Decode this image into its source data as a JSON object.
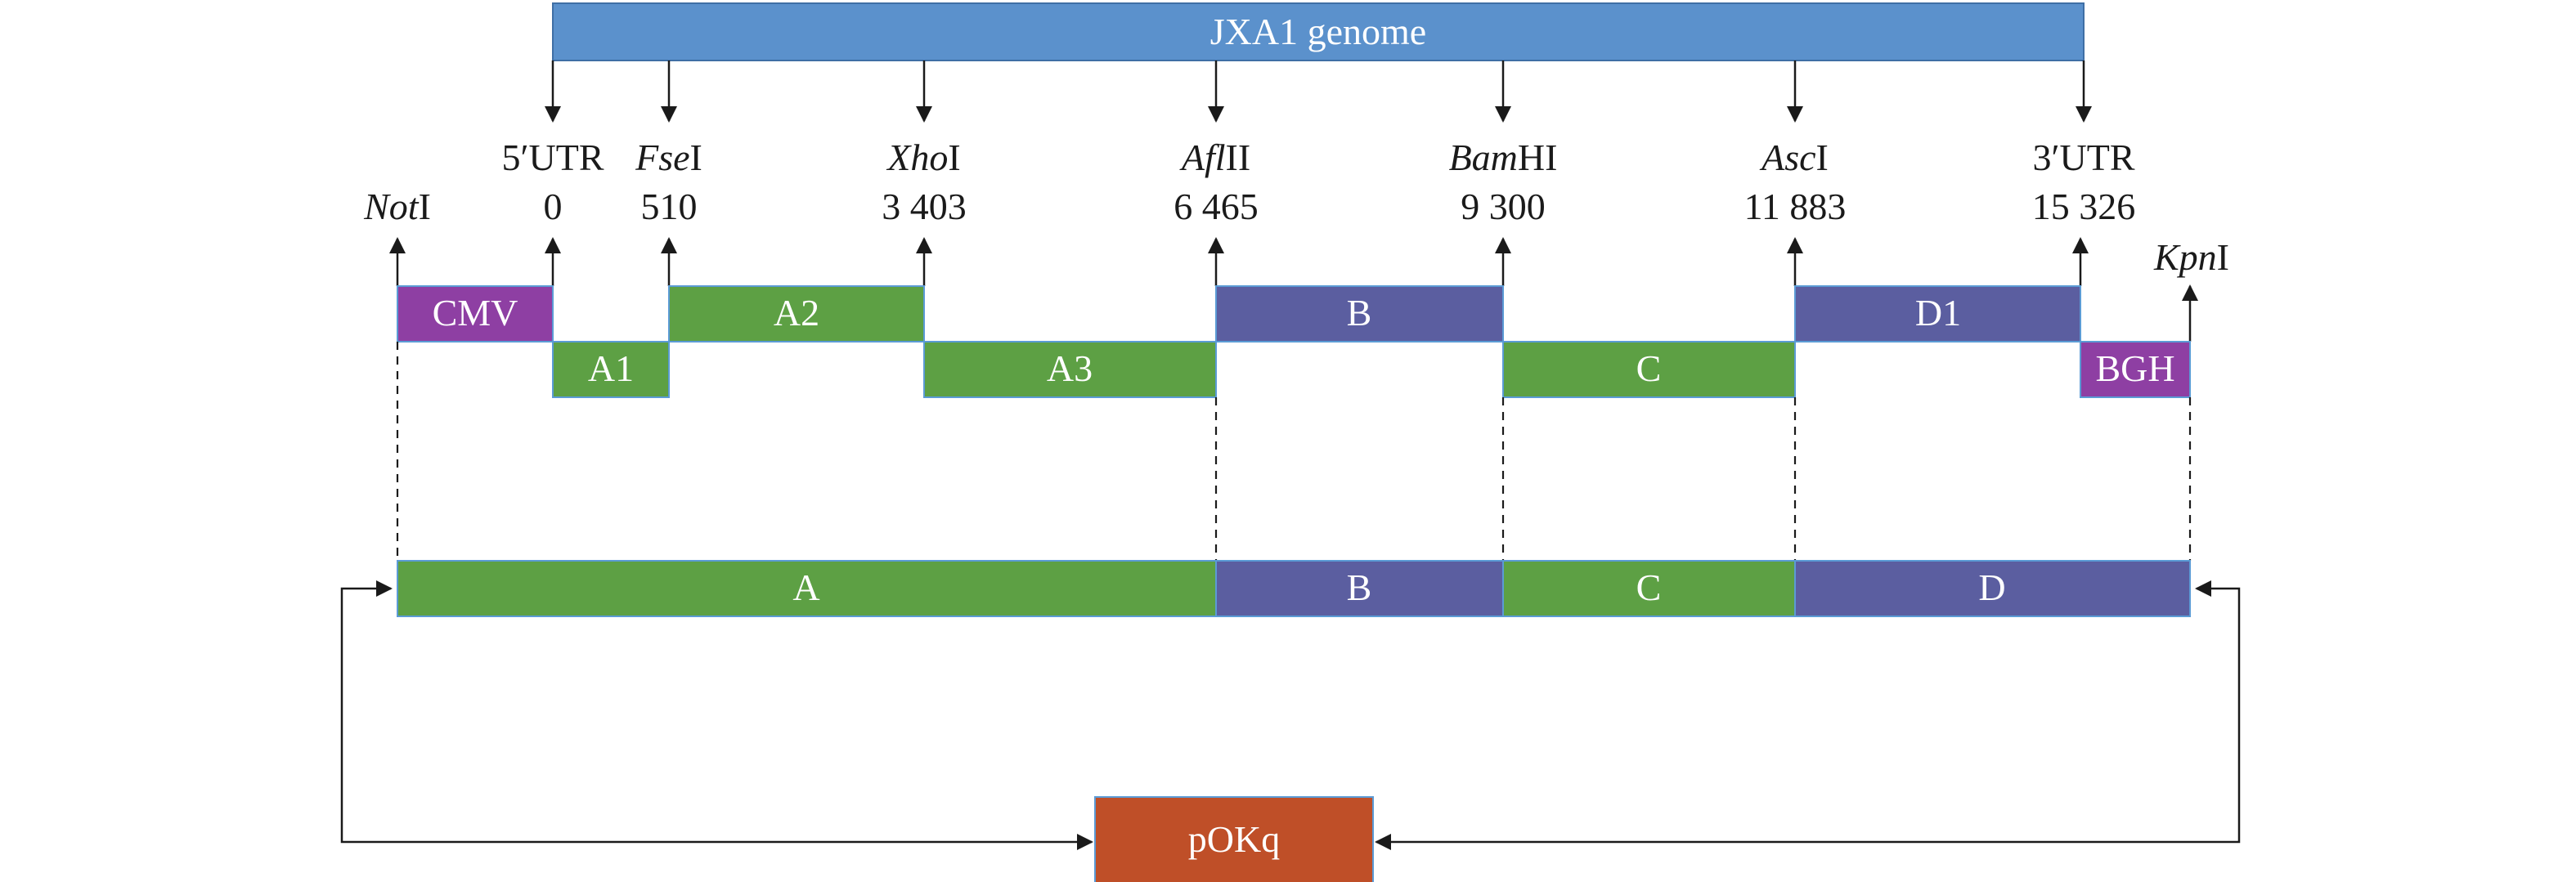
{
  "genome": {
    "label": "JXA1 genome",
    "color": "#5b91cc"
  },
  "sites": [
    {
      "id": "not",
      "name_italic": "Not",
      "name_rest": "I",
      "position": ""
    },
    {
      "id": "utr5",
      "name_italic": "",
      "name_rest": "5′UTR",
      "position": "0"
    },
    {
      "id": "fse",
      "name_italic": "Fse",
      "name_rest": "I",
      "position": "510"
    },
    {
      "id": "xho",
      "name_italic": "Xho",
      "name_rest": "I",
      "position": "3 403"
    },
    {
      "id": "afl",
      "name_italic": "Afl",
      "name_rest": "II",
      "position": "6 465"
    },
    {
      "id": "bam",
      "name_italic": "Bam",
      "name_rest": "HI",
      "position": "9 300"
    },
    {
      "id": "asc",
      "name_italic": "Asc",
      "name_rest": "I",
      "position": "11 883"
    },
    {
      "id": "utr3",
      "name_italic": "",
      "name_rest": "3′UTR",
      "position": "15 326"
    },
    {
      "id": "kpn",
      "name_italic": "Kpn",
      "name_rest": "I",
      "position": ""
    }
  ],
  "fragments": [
    {
      "id": "cmv",
      "label": "CMV",
      "color": "#8e3fa3"
    },
    {
      "id": "a1",
      "label": "A1",
      "color": "#5da044"
    },
    {
      "id": "a2",
      "label": "A2",
      "color": "#5da044"
    },
    {
      "id": "a3",
      "label": "A3",
      "color": "#5da044"
    },
    {
      "id": "b",
      "label": "B",
      "color": "#5b5ea0"
    },
    {
      "id": "c",
      "label": "C",
      "color": "#5da044"
    },
    {
      "id": "d1",
      "label": "D1",
      "color": "#5b5ea0"
    },
    {
      "id": "bgh",
      "label": "BGH",
      "color": "#8e3fa3"
    }
  ],
  "assembled": [
    {
      "id": "A",
      "label": "A",
      "color": "#5da044"
    },
    {
      "id": "B",
      "label": "B",
      "color": "#5b5ea0"
    },
    {
      "id": "C",
      "label": "C",
      "color": "#5da044"
    },
    {
      "id": "D",
      "label": "D",
      "color": "#5b5ea0"
    }
  ],
  "vector": {
    "label": "pOKq",
    "color": "#bf4f28"
  }
}
